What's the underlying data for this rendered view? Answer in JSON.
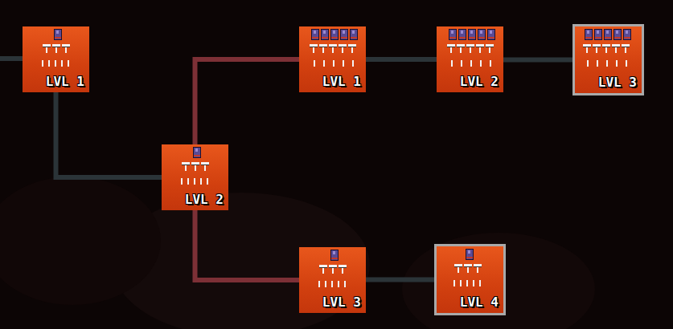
{
  "diagram": {
    "nodes": [
      {
        "text": [
          "LVL 1"
        ]
      },
      {
        "text": [
          "LVL 1"
        ]
      },
      {
        "text": [
          "LVL 2"
        ]
      },
      {
        "text": [
          "LVL 3"
        ]
      },
      {
        "text": [
          "LVL 2"
        ]
      },
      {
        "text": [
          "LVL 3"
        ]
      },
      {
        "text": [
          "LVL 4"
        ]
      }
    ],
    "edges": [
      {
        "from": 0,
        "to": 4,
        "arrow": "none"
      },
      {
        "from": 4,
        "to": 1,
        "arrow": "none"
      },
      {
        "from": 4,
        "to": 5,
        "arrow": "none"
      },
      {
        "from": 1,
        "to": 2,
        "arrow": "none"
      },
      {
        "from": 2,
        "to": 3,
        "arrow": "none"
      },
      {
        "from": 5,
        "to": 6,
        "arrow": "none"
      }
    ]
  }
}
